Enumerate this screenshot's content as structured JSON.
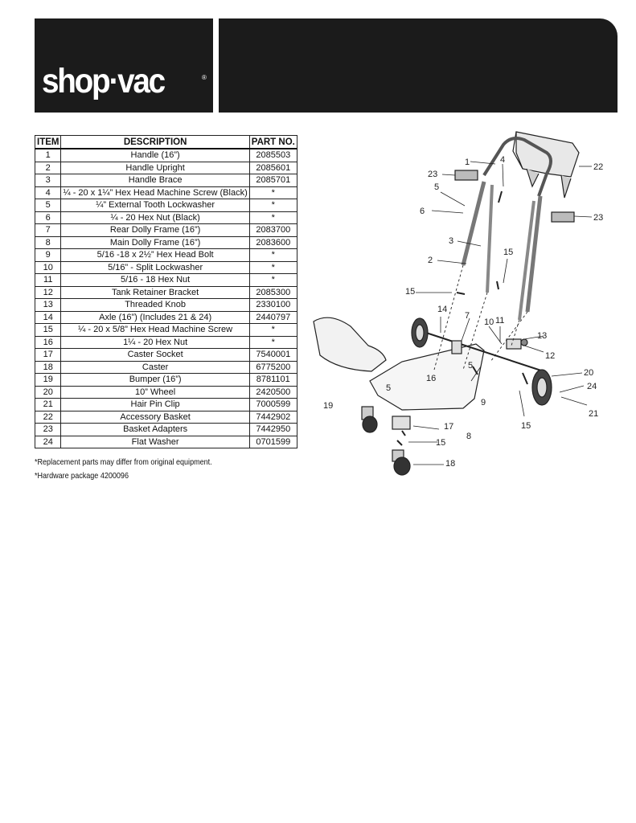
{
  "brand": {
    "logo_text": "shop·vac",
    "logo_reg": "®"
  },
  "table": {
    "headers": [
      "ITEM",
      "DESCRIPTION",
      "PART NO."
    ],
    "rows": [
      [
        "1",
        "Handle (16”)",
        "2085503"
      ],
      [
        "2",
        "Handle Upright",
        "2085601"
      ],
      [
        "3",
        "Handle Brace",
        "2085701"
      ],
      [
        "4",
        "¼ - 20 x 1¼” Hex Head Machine Screw (Black)",
        "*"
      ],
      [
        "5",
        "¼” External Tooth Lockwasher",
        "*"
      ],
      [
        "6",
        "¼ - 20 Hex Nut (Black)",
        "*"
      ],
      [
        "7",
        "Rear Dolly Frame (16”)",
        "2083700"
      ],
      [
        "8",
        "Main Dolly Frame  (16”)",
        "2083600"
      ],
      [
        "9",
        "5/16 -18 x 2½” Hex Head Bolt",
        "*"
      ],
      [
        "10",
        "5/16” - Split Lockwasher",
        "*"
      ],
      [
        "11",
        "5/16 - 18 Hex Nut",
        "*"
      ],
      [
        "12",
        "Tank Retainer Bracket",
        "2085300"
      ],
      [
        "13",
        "Threaded Knob",
        "2330100"
      ],
      [
        "14",
        "Axle (16”) (Includes 21 & 24)",
        "2440797"
      ],
      [
        "15",
        "¼ - 20 x 5/8” Hex Head Machine Screw",
        "*"
      ],
      [
        "16",
        "1¼ - 20 Hex Nut",
        "*"
      ],
      [
        "17",
        "Caster Socket",
        "7540001"
      ],
      [
        "18",
        "Caster",
        "6775200"
      ],
      [
        "19",
        "Bumper (16”)",
        "8781101"
      ],
      [
        "20",
        "10” Wheel",
        "2420500"
      ],
      [
        "21",
        "Hair Pin Clip",
        "7000599"
      ],
      [
        "22",
        "Accessory Basket",
        "7442902"
      ],
      [
        "23",
        "Basket Adapters",
        "7442950"
      ],
      [
        "24",
        "Flat Washer",
        "0701599"
      ]
    ]
  },
  "notes": {
    "replacement": "*Replacement parts may differ from original equipment.",
    "hardware": "*Hardware package 4200096"
  },
  "diagram_labels": [
    {
      "text": "1"
    },
    {
      "text": "4"
    },
    {
      "text": "22"
    },
    {
      "text": "23"
    },
    {
      "text": "5"
    },
    {
      "text": "6"
    },
    {
      "text": "23"
    },
    {
      "text": "3"
    },
    {
      "text": "2"
    },
    {
      "text": "15"
    },
    {
      "text": "15"
    },
    {
      "text": "14"
    },
    {
      "text": "7"
    },
    {
      "text": "10"
    },
    {
      "text": "11"
    },
    {
      "text": "13"
    },
    {
      "text": "12"
    },
    {
      "text": "5"
    },
    {
      "text": "16"
    },
    {
      "text": "5"
    },
    {
      "text": "20"
    },
    {
      "text": "24"
    },
    {
      "text": "19"
    },
    {
      "text": "9"
    },
    {
      "text": "15"
    },
    {
      "text": "21"
    },
    {
      "text": "17"
    },
    {
      "text": "8"
    },
    {
      "text": "15"
    },
    {
      "text": "18"
    }
  ]
}
